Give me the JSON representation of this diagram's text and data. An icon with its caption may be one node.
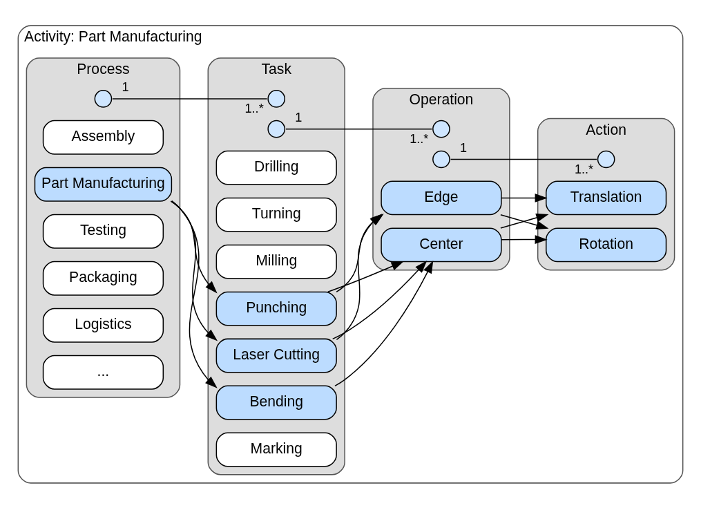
{
  "diagram": {
    "nodes": [
      {
        "text": [
          "Activity: Part Manufacturing"
        ]
      },
      {
        "text": [
          "Process"
        ],
        "in": 0
      },
      {
        "text": [],
        "shape": "circle",
        "in": 1,
        "beside": [
          "1"
        ]
      },
      {
        "text": [
          "Assembly"
        ],
        "in": 1
      },
      {
        "text": [
          "Part Manufacturing"
        ],
        "in": 1
      },
      {
        "text": [
          "Testing"
        ],
        "in": 1
      },
      {
        "text": [
          "Packaging"
        ],
        "in": 1
      },
      {
        "text": [
          "Logistics"
        ],
        "in": 1
      },
      {
        "text": [
          "..."
        ],
        "in": 1
      },
      {
        "text": [
          "Task"
        ],
        "in": 0
      },
      {
        "text": [],
        "shape": "circle",
        "in": 9,
        "beside": [
          "1..*"
        ]
      },
      {
        "text": [],
        "shape": "circle",
        "in": 9,
        "beside": [
          "1"
        ]
      },
      {
        "text": [
          "Drilling"
        ],
        "in": 9
      },
      {
        "text": [
          "Turning"
        ],
        "in": 9
      },
      {
        "text": [
          "Milling"
        ],
        "in": 9
      },
      {
        "text": [
          "Punching"
        ],
        "in": 9
      },
      {
        "text": [
          "Laser Cutting"
        ],
        "in": 9
      },
      {
        "text": [
          "Bending"
        ],
        "in": 9
      },
      {
        "text": [
          "Marking"
        ],
        "in": 9
      },
      {
        "text": [
          "Operation"
        ],
        "in": 0
      },
      {
        "text": [],
        "shape": "circle",
        "in": 19,
        "beside": [
          "1..*"
        ]
      },
      {
        "text": [],
        "shape": "circle",
        "in": 19,
        "beside": [
          "1"
        ]
      },
      {
        "text": [
          "Edge"
        ],
        "in": 19
      },
      {
        "text": [
          "Center"
        ],
        "in": 19
      },
      {
        "text": [
          "Action"
        ],
        "in": 0
      },
      {
        "text": [],
        "shape": "circle",
        "in": 24,
        "beside": [
          "1..*"
        ]
      },
      {
        "text": [
          "Translation"
        ],
        "in": 24
      },
      {
        "text": [
          "Rotation"
        ],
        "in": 24
      }
    ],
    "edges": [
      {
        "from": 2,
        "to": 10,
        "arrow": "none"
      },
      {
        "from": 11,
        "to": 20,
        "arrow": "none"
      },
      {
        "from": 21,
        "to": 25,
        "arrow": "none"
      },
      {
        "from": 4,
        "to": 15,
        "arrow": "to"
      },
      {
        "from": 4,
        "to": 16,
        "arrow": "to"
      },
      {
        "from": 4,
        "to": 17,
        "arrow": "to"
      },
      {
        "from": 15,
        "to": 22,
        "arrow": "to"
      },
      {
        "from": 15,
        "to": 23,
        "arrow": "to"
      },
      {
        "from": 16,
        "to": 22,
        "arrow": "to"
      },
      {
        "from": 16,
        "to": 23,
        "arrow": "to"
      },
      {
        "from": 17,
        "to": 23,
        "arrow": "to"
      },
      {
        "from": 22,
        "to": 26,
        "arrow": "to"
      },
      {
        "from": 22,
        "to": 27,
        "arrow": "to"
      },
      {
        "from": 23,
        "to": 26,
        "arrow": "to"
      },
      {
        "from": 23,
        "to": 27,
        "arrow": "to"
      }
    ]
  }
}
